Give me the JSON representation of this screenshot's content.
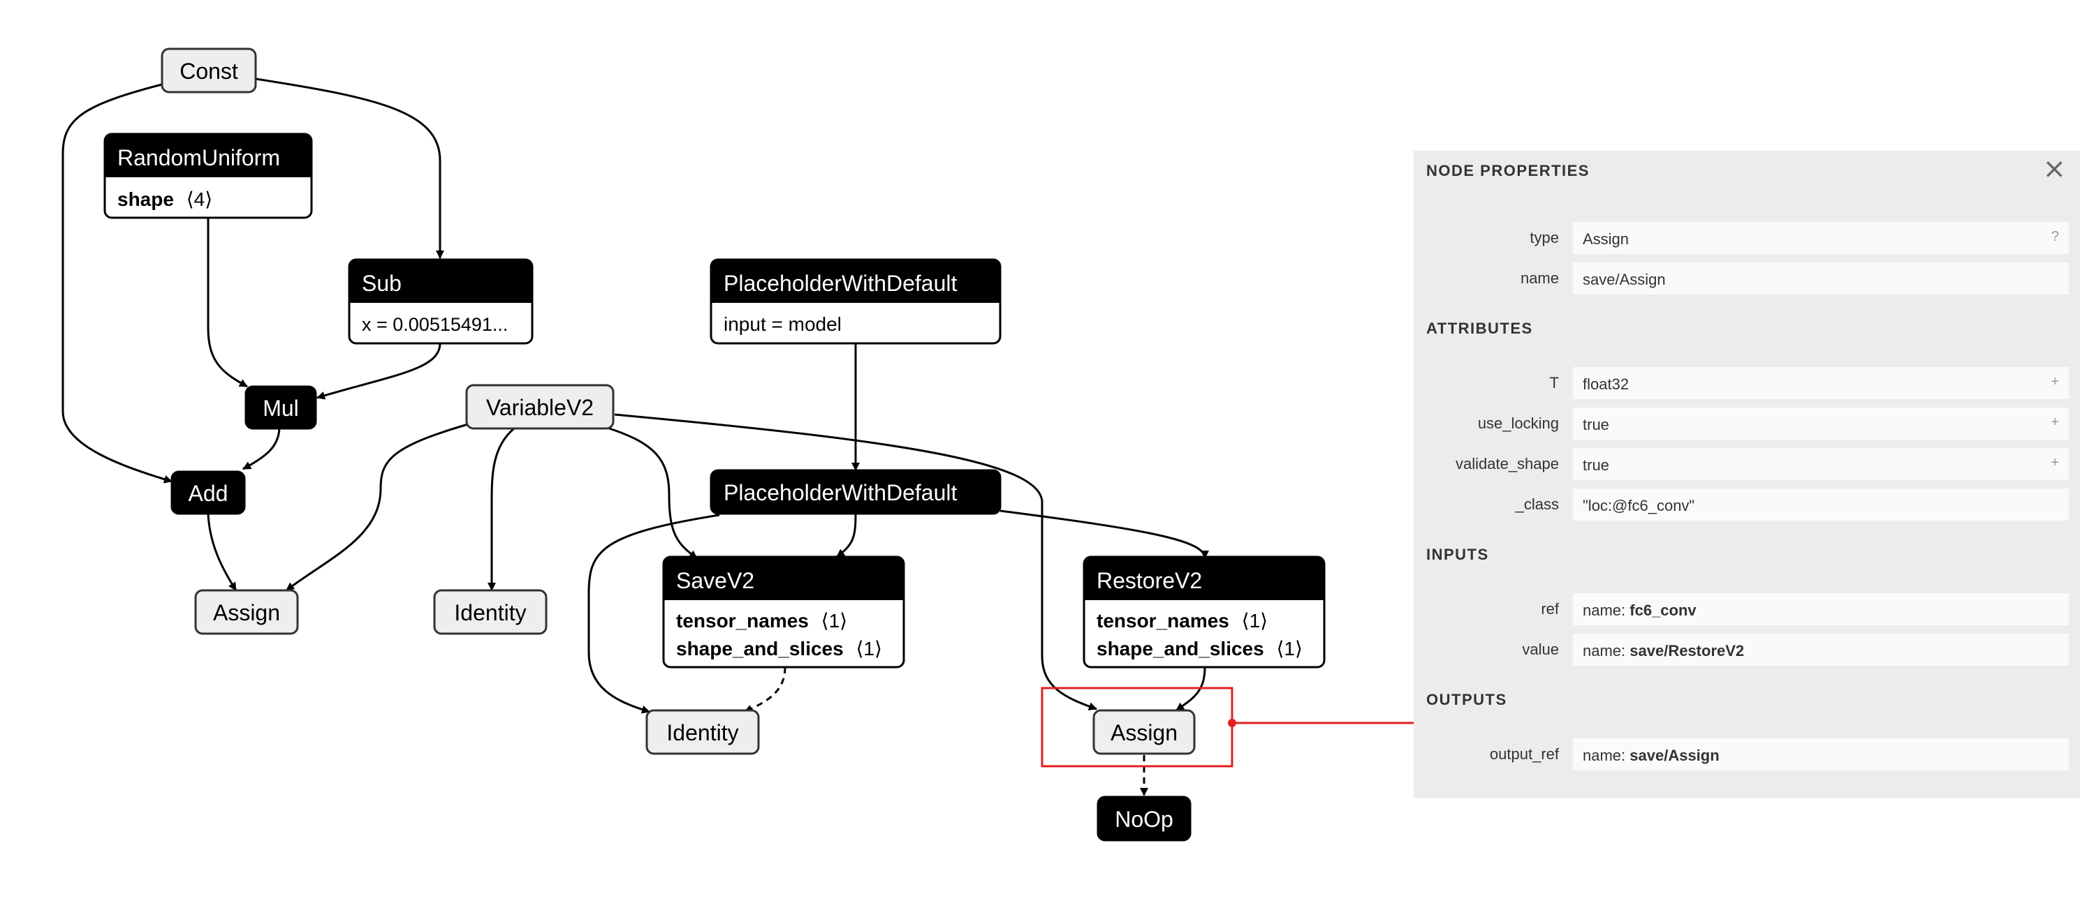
{
  "graph": {
    "nodes": {
      "const": {
        "title": "Const"
      },
      "random_uniform": {
        "title": "RandomUniform",
        "attr_key": "shape",
        "attr_val": "⟨4⟩"
      },
      "sub": {
        "title": "Sub",
        "attr": "x = 0.00515491..."
      },
      "mul": {
        "title": "Mul"
      },
      "add": {
        "title": "Add"
      },
      "assign1": {
        "title": "Assign"
      },
      "variable": {
        "title": "VariableV2"
      },
      "identity1": {
        "title": "Identity"
      },
      "phwd1": {
        "title": "PlaceholderWithDefault",
        "attr": "input = model"
      },
      "phwd2": {
        "title": "PlaceholderWithDefault"
      },
      "savev2": {
        "title": "SaveV2",
        "attr1_key": "tensor_names",
        "attr1_val": "⟨1⟩",
        "attr2_key": "shape_and_slices",
        "attr2_val": "⟨1⟩"
      },
      "restorev2": {
        "title": "RestoreV2",
        "attr1_key": "tensor_names",
        "attr1_val": "⟨1⟩",
        "attr2_key": "shape_and_slices",
        "attr2_val": "⟨1⟩"
      },
      "identity2": {
        "title": "Identity"
      },
      "assign2": {
        "title": "Assign"
      },
      "noop": {
        "title": "NoOp"
      }
    }
  },
  "panel": {
    "header": "NODE PROPERTIES",
    "close_icon": "close-icon",
    "type_label": "type",
    "type_value": "Assign",
    "type_help": "?",
    "name_label": "name",
    "name_value": "save/Assign",
    "attributes_title": "ATTRIBUTES",
    "attributes": [
      {
        "label": "T",
        "value": "float32",
        "suffix": "+"
      },
      {
        "label": "use_locking",
        "value": "true",
        "suffix": "+"
      },
      {
        "label": "validate_shape",
        "value": "true",
        "suffix": "+"
      },
      {
        "label": "_class",
        "value": "\"loc:@fc6_conv\"",
        "suffix": ""
      }
    ],
    "inputs_title": "INPUTS",
    "inputs": [
      {
        "label": "ref",
        "prefix": "name: ",
        "value": "fc6_conv"
      },
      {
        "label": "value",
        "prefix": "name: ",
        "value": "save/RestoreV2"
      }
    ],
    "outputs_title": "OUTPUTS",
    "outputs": [
      {
        "label": "output_ref",
        "prefix": "name: ",
        "value": "save/Assign"
      }
    ]
  },
  "colors": {
    "selection": "#e02020",
    "op_dark": "#000000",
    "op_light": "#eeeeee",
    "panel_bg": "#ececec"
  }
}
